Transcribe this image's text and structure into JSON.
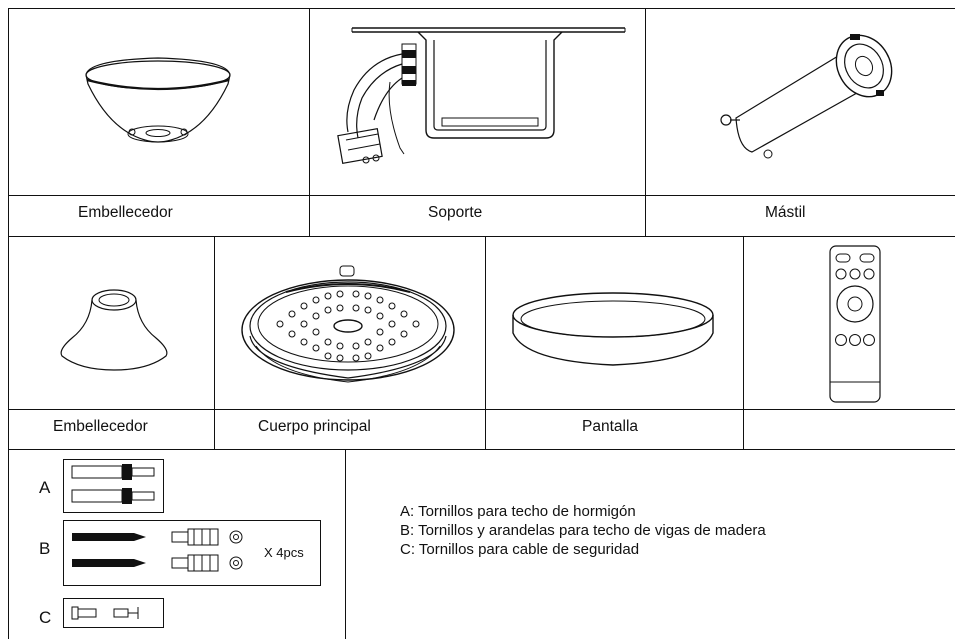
{
  "row1": {
    "labels": [
      "Embellecedor",
      "Soporte",
      "Mástil"
    ]
  },
  "row2": {
    "labels": [
      "Embellecedor",
      "Cuerpo principal",
      "Pantalla",
      ""
    ]
  },
  "kit": {
    "letters": [
      "A",
      "B",
      "C"
    ],
    "quantity": "X 4pcs",
    "legend": [
      "A: Tornillos para techo de hormigón",
      "B: Tornillos y arandelas para techo de vigas de madera",
      "C: Tornillos para cable de seguridad"
    ]
  }
}
